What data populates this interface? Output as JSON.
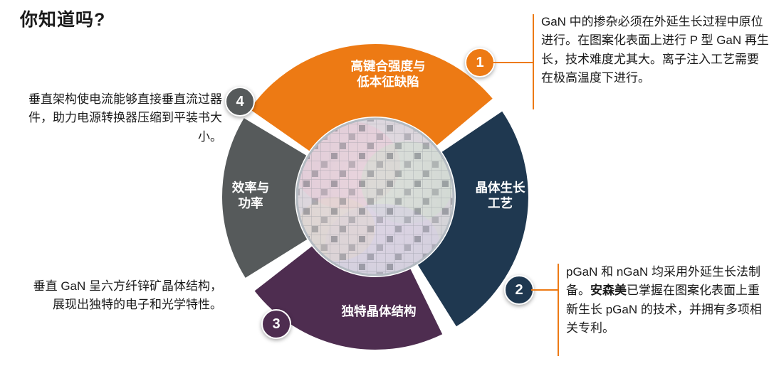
{
  "title": "你知道吗?",
  "colors": {
    "orange": "#ED7A14",
    "navy": "#1F3850",
    "purple": "#4E2D50",
    "gray": "#565A5B"
  },
  "wheel": {
    "segments": [
      {
        "id": "bond-strength",
        "number": "1",
        "label_lines": [
          "高键合强度与",
          "低本征缺陷"
        ]
      },
      {
        "id": "crystal-growth",
        "number": "2",
        "label_lines": [
          "晶体生长",
          "工艺"
        ]
      },
      {
        "id": "crystal-structure",
        "number": "3",
        "label_lines": [
          "独特晶体结构"
        ]
      },
      {
        "id": "efficiency-power",
        "number": "4",
        "label_lines": [
          "效率与",
          "功率"
        ]
      }
    ]
  },
  "callouts": {
    "c1": {
      "number": "1",
      "text": "GaN 中的掺杂必须在外延生长过程中原位进行。在图案化表面上进行 P 型 GaN 再生长，技术难度尤其大。离子注入工艺需要在极高温度下进行。"
    },
    "c2": {
      "number": "2",
      "text_pre": "pGaN 和 nGaN 均采用外延生长法制备。",
      "text_bold": "安森美",
      "text_post": "已掌握在图案化表面上重新生长 pGaN 的技术，并拥有多项相关专利。"
    },
    "c3": {
      "number": "3",
      "text": "垂直 GaN 呈六方纤锌矿晶体结构，展现出独特的电子和光学特性。"
    },
    "c4": {
      "number": "4",
      "text": "垂直架构使电流能够直接垂直流过器件，助力电源转换器压缩到平装书大小。"
    }
  }
}
